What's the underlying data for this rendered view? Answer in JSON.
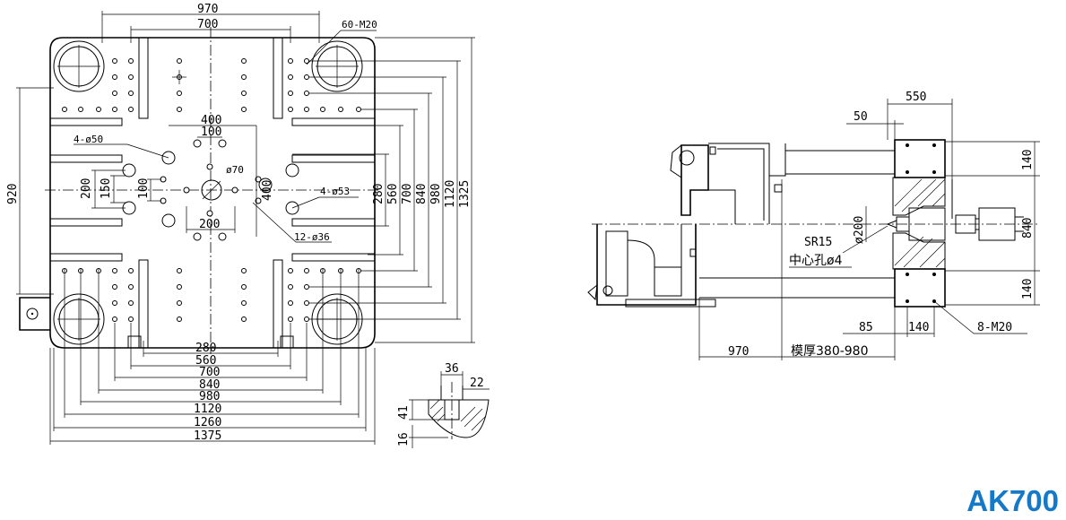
{
  "model": "AK700",
  "colors": {
    "line": "#000000",
    "model_text": "#1579c7",
    "background": "#ffffff"
  },
  "front_view": {
    "top_dims": [
      "970",
      "700"
    ],
    "callout_bolt": "60-M20",
    "inner_dims": [
      "400",
      "100"
    ],
    "callouts": [
      "4-ø50",
      "ø70",
      "4-ø53",
      "12-ø36"
    ],
    "left_dims": [
      "920",
      "200",
      "150",
      "100"
    ],
    "center_dims": [
      "400",
      "200"
    ],
    "right_dims": [
      "280",
      "560",
      "700",
      "840",
      "980",
      "1120",
      "1325"
    ],
    "bottom_dims": [
      "280",
      "560",
      "700",
      "840",
      "980",
      "1120",
      "1260",
      "1375"
    ]
  },
  "detail": {
    "dims": [
      "36",
      "22",
      "41",
      "16"
    ]
  },
  "side_view": {
    "dims_top": [
      "550",
      "50"
    ],
    "dims_right": [
      "140",
      "840",
      "140"
    ],
    "dia_200": "ø200",
    "sr": "SR15",
    "center_hole": "中心孔ø4",
    "dims_bottom": [
      "85",
      "140"
    ],
    "bolt_callout": "8-M20",
    "dim_970": "970",
    "mold_thickness": "模厚380-980"
  }
}
